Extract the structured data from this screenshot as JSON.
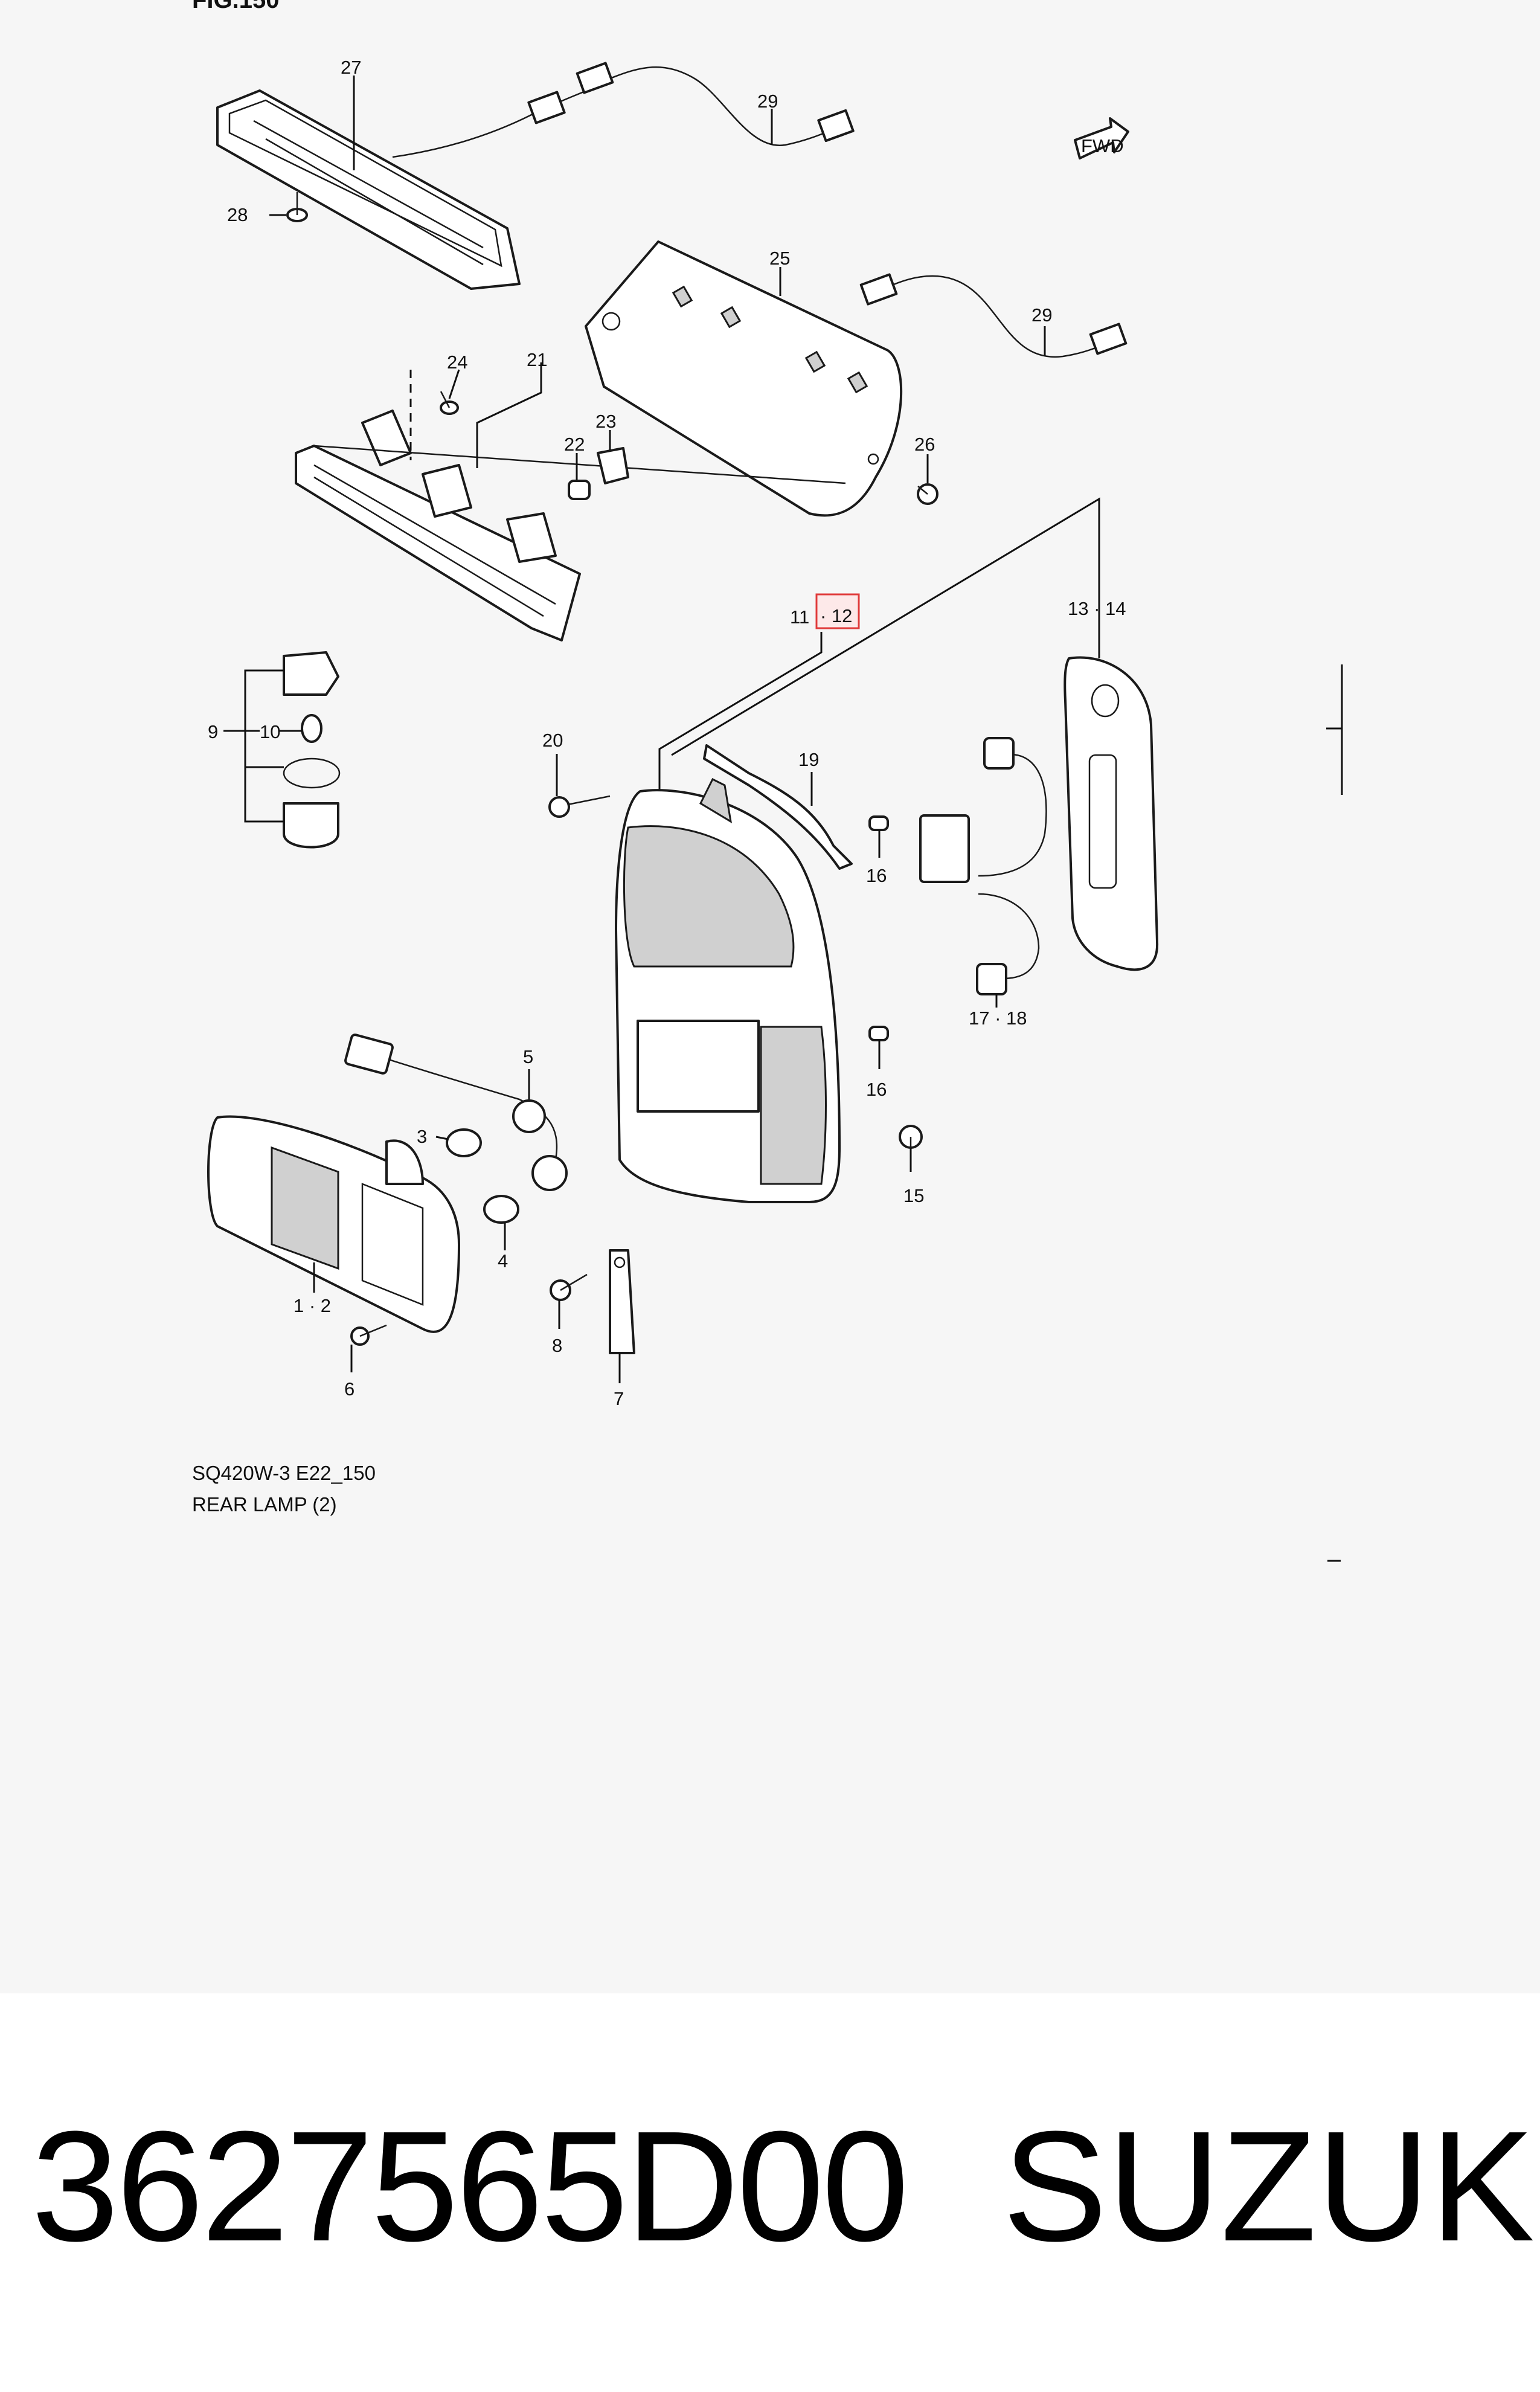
{
  "figure": {
    "label": "FIG.150",
    "code": "SQ420W-3 E22_150",
    "title": "REAR LAMP (2)",
    "direction_badge": "FWD",
    "highlight_color": "#e03a3a",
    "callouts": {
      "c27": "27",
      "c29a": "29",
      "c28": "28",
      "c25": "25",
      "c29b": "29",
      "c24": "24",
      "c21": "21",
      "c23": "23",
      "c22": "22",
      "c26": "26",
      "c11": "11",
      "c12": "12",
      "c13_14": "13 · 14",
      "c9": "9",
      "c10": "10",
      "c20": "20",
      "c19": "19",
      "c16a": "16",
      "c17_18": "17 · 18",
      "c16b": "16",
      "c5": "5",
      "c3": "3",
      "c15": "15",
      "c4": "4",
      "c1_2": "1 · 2",
      "c8": "8",
      "c6": "6",
      "c7": "7"
    }
  },
  "footer": {
    "part_number": "3627565D00",
    "brand": "SUZUKI"
  }
}
